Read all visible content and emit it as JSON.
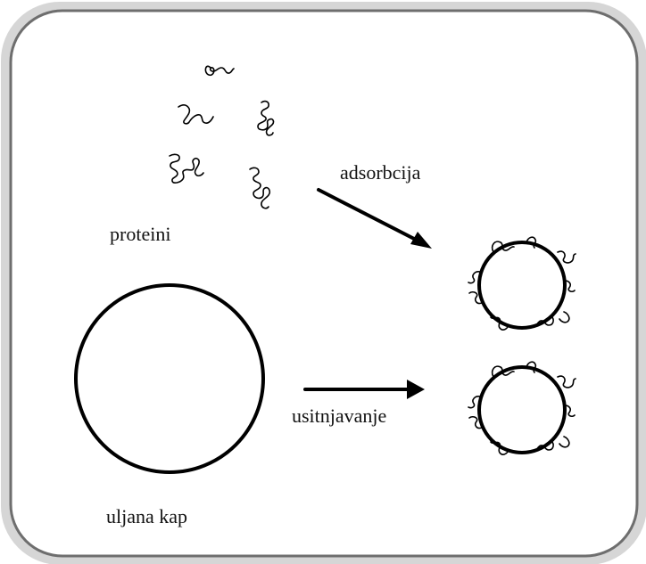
{
  "labels": {
    "proteins": "proteini",
    "adsorption": "adsorbcija",
    "fragmentation": "usitnjavanje",
    "oil_drop": "uljana kap"
  },
  "colors": {
    "stroke": "#000000",
    "frame_shadow": "#9a9a9a",
    "background": "#ffffff"
  }
}
